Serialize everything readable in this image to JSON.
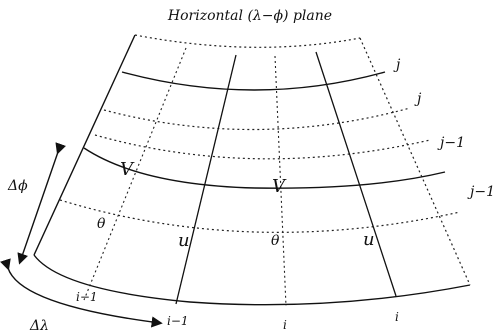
{
  "title": "Horizontal (λ−ϕ) plane",
  "row_labels": {
    "j_top": "j",
    "j_second": "j",
    "jm1_third": "j−1",
    "jm1_fourth": "j−1"
  },
  "column_labels": {
    "i_minus_1_bottom_left": "i−1",
    "i_minus_1_bottom_right": "i−1",
    "i_bottom_mid": "i",
    "i_bottom_right": "i"
  },
  "cell_labels": {
    "v_left": "V",
    "v_center": "V",
    "theta_left": "θ",
    "theta_center": "θ",
    "u_left": "u",
    "u_right": "u"
  },
  "arrows": {
    "delta_phi": "Δϕ",
    "delta_lambda": "Δλ"
  }
}
